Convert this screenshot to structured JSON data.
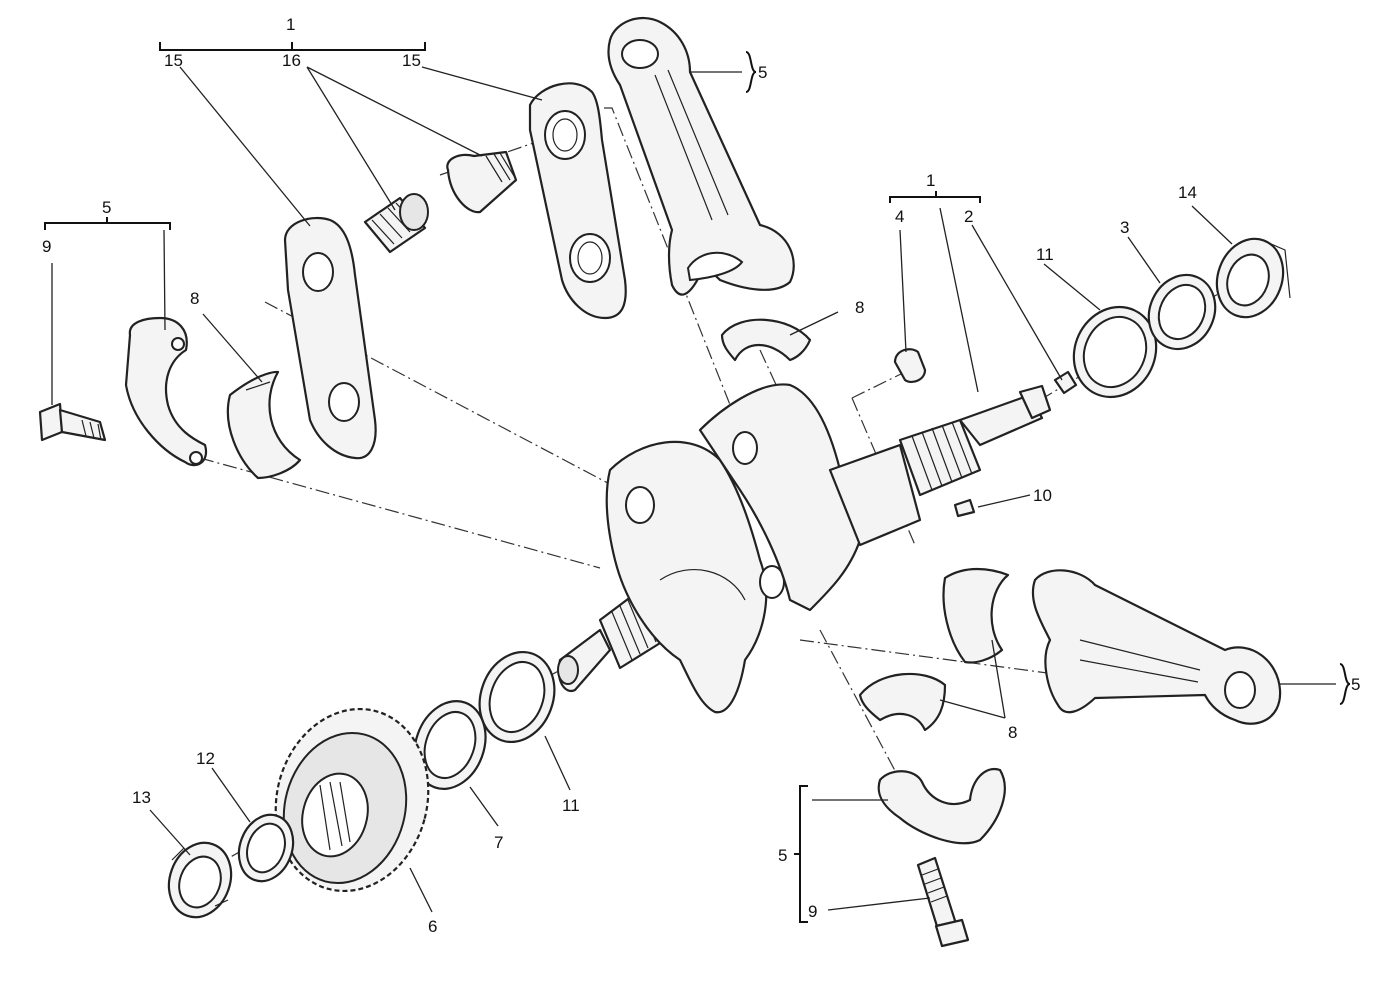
{
  "callouts": {
    "c1_top": "1",
    "c15_left": "15",
    "c16": "16",
    "c15_right": "15",
    "c5_rod_top": "5",
    "c5_left": "5",
    "c9_left": "9",
    "c8_left": "8",
    "c8_top": "8",
    "c1_right": "1",
    "c4": "4",
    "c2": "2",
    "c11_right": "11",
    "c3": "3",
    "c14": "14",
    "c10": "10",
    "c5_rod_right": "5",
    "c8_lower": "8",
    "c12": "12",
    "c13": "13",
    "c6": "6",
    "c7": "7",
    "c11_lower": "11",
    "c5_cap_bottom": "5",
    "c9_bottom": "9"
  }
}
